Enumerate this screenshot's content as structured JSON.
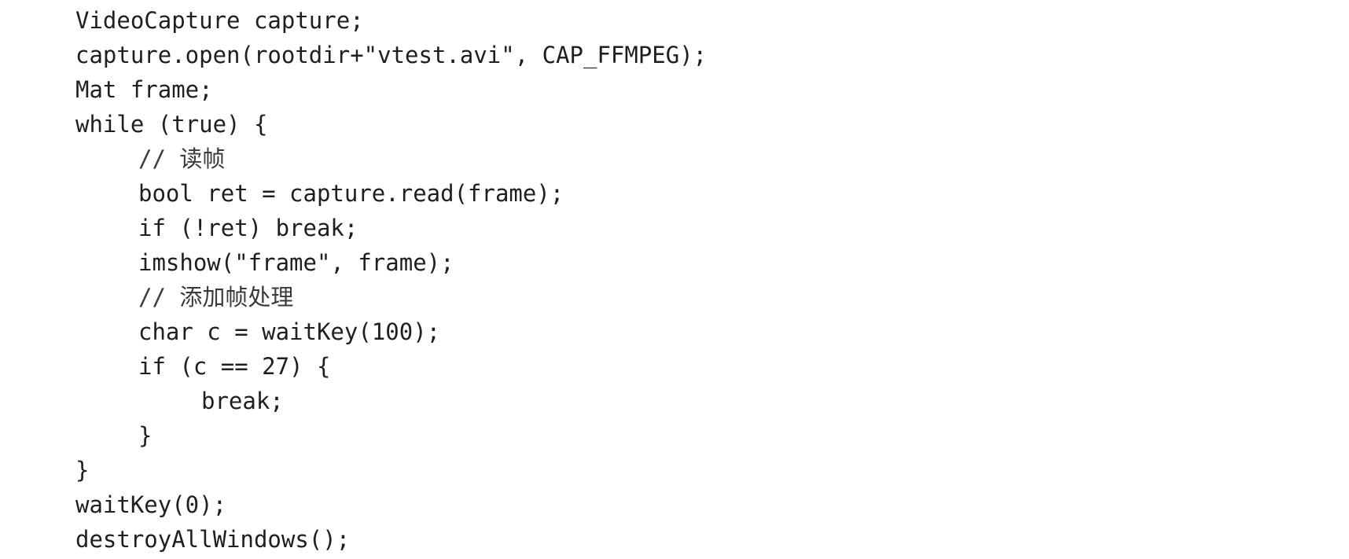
{
  "code": {
    "lines": [
      {
        "text": "VideoCapture capture;",
        "indent": 0
      },
      {
        "text": "capture.open(rootdir+\"vtest.avi\", CAP_FFMPEG);",
        "indent": 0
      },
      {
        "text": "Mat frame;",
        "indent": 0
      },
      {
        "text": "while (true) {",
        "indent": 0
      },
      {
        "text": "// 读帧",
        "indent": 1
      },
      {
        "text": "bool ret = capture.read(frame);",
        "indent": 1
      },
      {
        "text": "if (!ret) break;",
        "indent": 1
      },
      {
        "text": "imshow(\"frame\", frame);",
        "indent": 1
      },
      {
        "text": "// 添加帧处理",
        "indent": 1
      },
      {
        "text": "char c = waitKey(100);",
        "indent": 1
      },
      {
        "text": "if (c == 27) {",
        "indent": 1
      },
      {
        "text": "break;",
        "indent": 2
      },
      {
        "text": "}",
        "indent": 1
      },
      {
        "text": "}",
        "indent": 0
      },
      {
        "text": "waitKey(0);",
        "indent": 0
      },
      {
        "text": "destroyAllWindows();",
        "indent": 0
      }
    ]
  }
}
